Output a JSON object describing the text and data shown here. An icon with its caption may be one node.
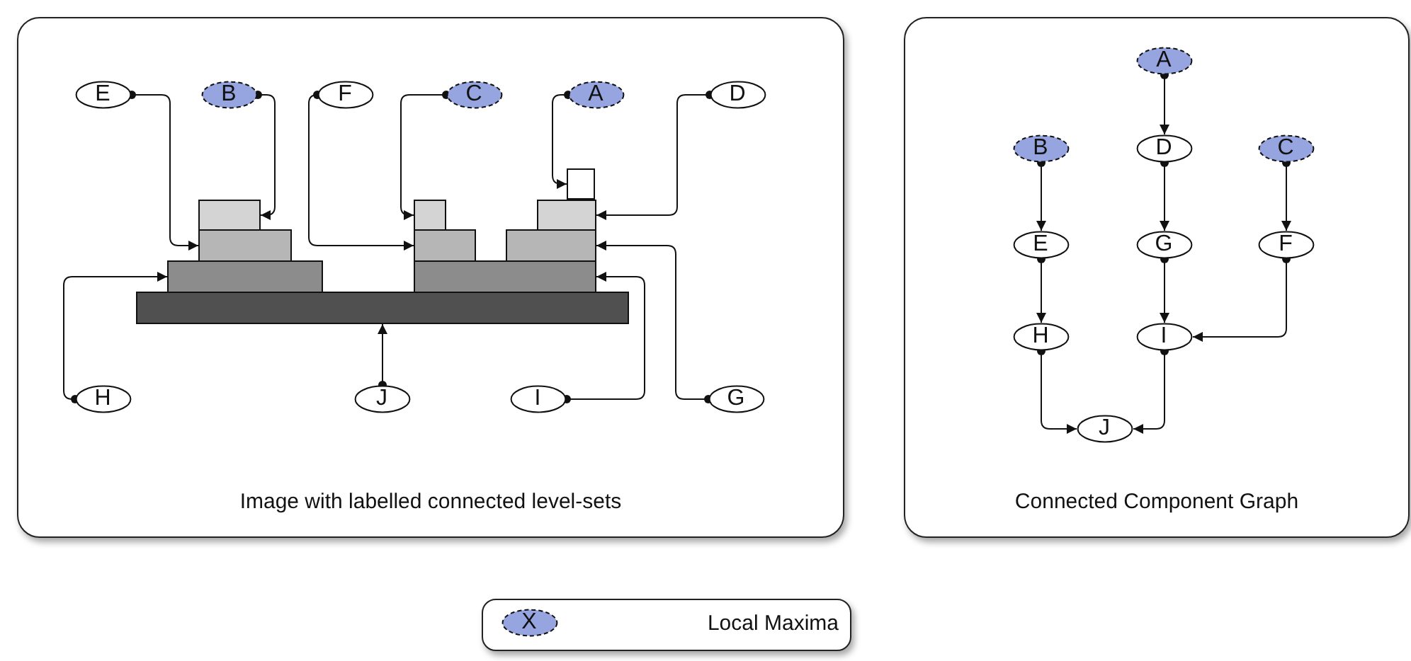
{
  "diagram": {
    "nodes": [
      {
        "text": [
          "Image with labelled connected level-sets"
        ]
      },
      {
        "text": [
          "E"
        ],
        "in": 0
      },
      {
        "text": [
          "B"
        ],
        "in": 0
      },
      {
        "text": [
          "F"
        ],
        "in": 0
      },
      {
        "text": [
          "C"
        ],
        "in": 0
      },
      {
        "text": [
          "A"
        ],
        "in": 0
      },
      {
        "text": [
          "D"
        ],
        "in": 0
      },
      {
        "text": [],
        "shape": "box",
        "in": 0
      },
      {
        "text": [],
        "shape": "box",
        "in": 0
      },
      {
        "text": [],
        "shape": "box",
        "in": 0
      },
      {
        "text": [],
        "shape": "box",
        "in": 0
      },
      {
        "text": [],
        "shape": "box",
        "in": 0
      },
      {
        "text": [],
        "shape": "box",
        "in": 0
      },
      {
        "text": [],
        "shape": "box",
        "in": 0
      },
      {
        "text": [],
        "shape": "box",
        "in": 0
      },
      {
        "text": [],
        "shape": "box",
        "in": 0
      },
      {
        "text": [],
        "shape": "box",
        "in": 0
      },
      {
        "text": [
          "H"
        ],
        "in": 0
      },
      {
        "text": [
          "J"
        ],
        "in": 0
      },
      {
        "text": [
          "I"
        ],
        "in": 0
      },
      {
        "text": [
          "G"
        ],
        "in": 0
      },
      {
        "text": [
          "Connected Component Graph"
        ]
      },
      {
        "text": [
          "A"
        ],
        "in": 21
      },
      {
        "text": [
          "B"
        ],
        "in": 21
      },
      {
        "text": [
          "D"
        ],
        "in": 21
      },
      {
        "text": [
          "C"
        ],
        "in": 21
      },
      {
        "text": [
          "E"
        ],
        "in": 21
      },
      {
        "text": [
          "G"
        ],
        "in": 21
      },
      {
        "text": [
          "F"
        ],
        "in": 21
      },
      {
        "text": [
          "H"
        ],
        "in": 21
      },
      {
        "text": [
          "I"
        ],
        "in": 21
      },
      {
        "text": [
          "J"
        ],
        "in": 21
      },
      {
        "text": [
          "Local Maxima"
        ]
      },
      {
        "text": [
          "X"
        ],
        "in": 32
      }
    ],
    "edges": [
      {
        "from": 1,
        "to": 11,
        "arrow": "to"
      },
      {
        "from": 2,
        "to": 8,
        "arrow": "to"
      },
      {
        "from": 3,
        "to": 12,
        "arrow": "to"
      },
      {
        "from": 4,
        "to": 9,
        "arrow": "to"
      },
      {
        "from": 5,
        "to": 7,
        "arrow": "to"
      },
      {
        "from": 6,
        "to": 10,
        "arrow": "to"
      },
      {
        "from": 17,
        "to": 14,
        "arrow": "to"
      },
      {
        "from": 18,
        "to": 16,
        "arrow": "to"
      },
      {
        "from": 19,
        "to": 15,
        "arrow": "to"
      },
      {
        "from": 20,
        "to": 13,
        "arrow": "to"
      },
      {
        "from": 22,
        "to": 24,
        "arrow": "to"
      },
      {
        "from": 23,
        "to": 26,
        "arrow": "to"
      },
      {
        "from": 24,
        "to": 27,
        "arrow": "to"
      },
      {
        "from": 25,
        "to": 28,
        "arrow": "to"
      },
      {
        "from": 26,
        "to": 29,
        "arrow": "to"
      },
      {
        "from": 27,
        "to": 30,
        "arrow": "to"
      },
      {
        "from": 28,
        "to": 30,
        "arrow": "to"
      },
      {
        "from": 29,
        "to": 31,
        "arrow": "to"
      },
      {
        "from": 30,
        "to": 31,
        "arrow": "to"
      }
    ]
  }
}
